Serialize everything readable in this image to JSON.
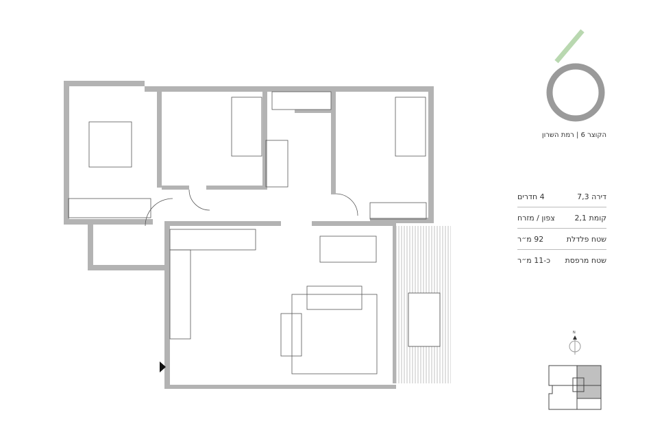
{
  "header": {
    "title": "הקוצר 6 | רמת השרון"
  },
  "info": [
    {
      "label": "דירה 7,3",
      "value": "4 חדרים"
    },
    {
      "label": "קומת 2,1",
      "value": "צפון / מזרח"
    },
    {
      "label": "שטח פלדלת",
      "value": "92 מ״ר"
    },
    {
      "label": "שטח מרפסת",
      "value": "כ-11 מ״ר"
    }
  ],
  "compass": {
    "label": "N"
  },
  "colors": {
    "wall": "#b3b3b3",
    "accent": "#b9d8b0",
    "logo_ring": "#9a9a9a",
    "key_highlight": "#c0c0c0"
  }
}
